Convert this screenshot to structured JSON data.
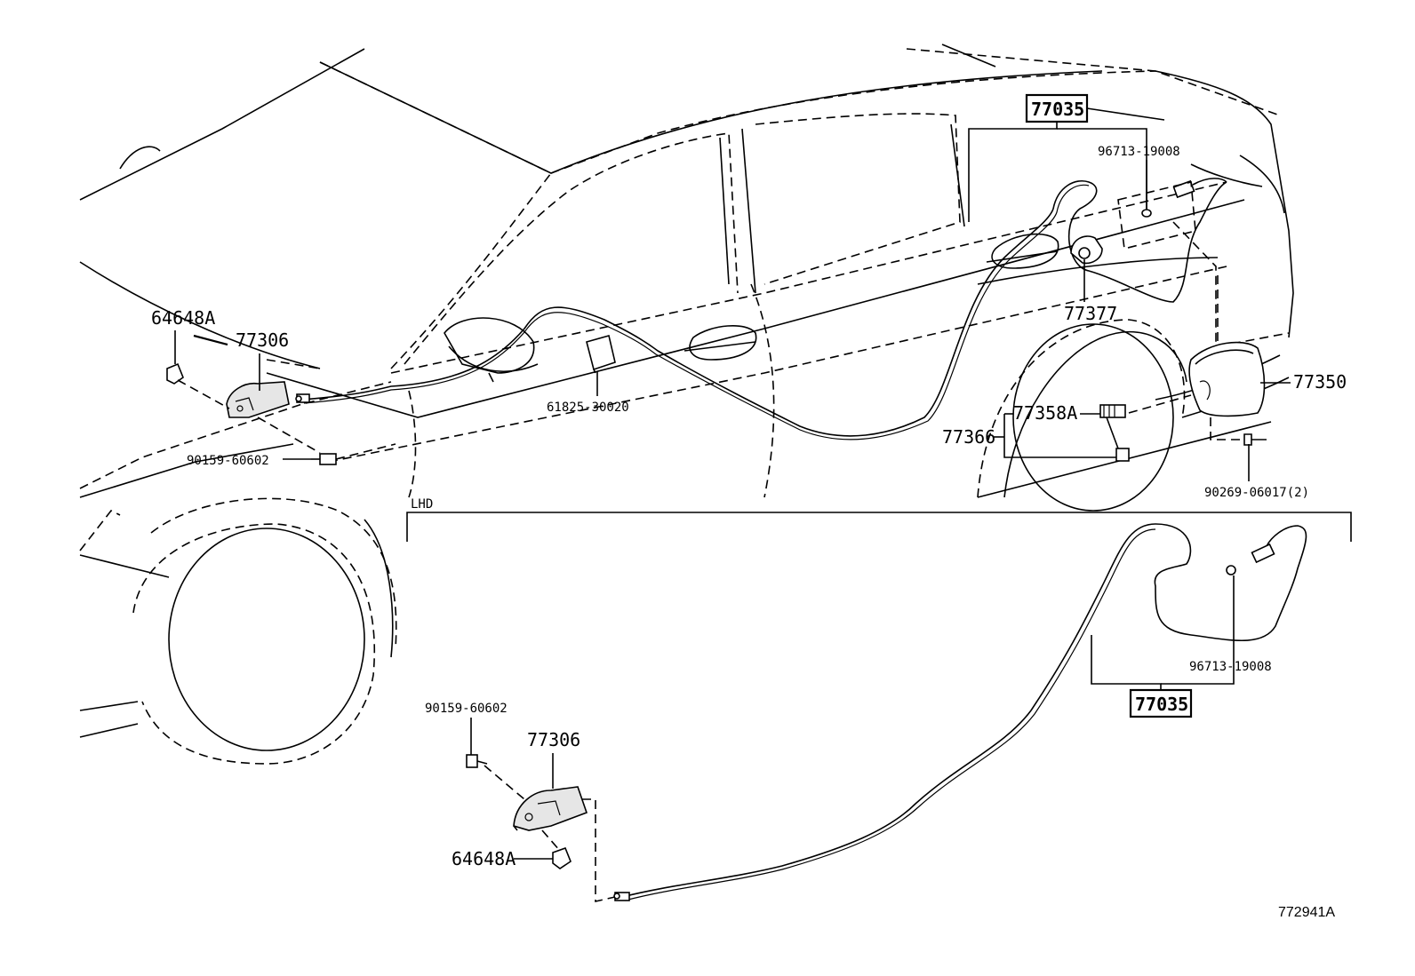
{
  "diagram_id": "772941A",
  "variant_label": "LHD",
  "parts": {
    "cable_assy_top": "77035",
    "cable_assy_bottom": "77035",
    "grommet_top": "96713-19008",
    "grommet_bottom": "96713-19008",
    "lock_assy": "77377",
    "fuel_lid": "77350",
    "spring_a": "77358A",
    "spring_b": "77366",
    "screw": "90269-06017(2)",
    "clamp": "61825-30020",
    "opener_lever_top": "77306",
    "opener_lever_bottom": "77306",
    "clip_top": "64648A",
    "clip_bottom": "64648A",
    "bolt_top": "90159-60602",
    "bolt_bottom": "90159-60602"
  }
}
